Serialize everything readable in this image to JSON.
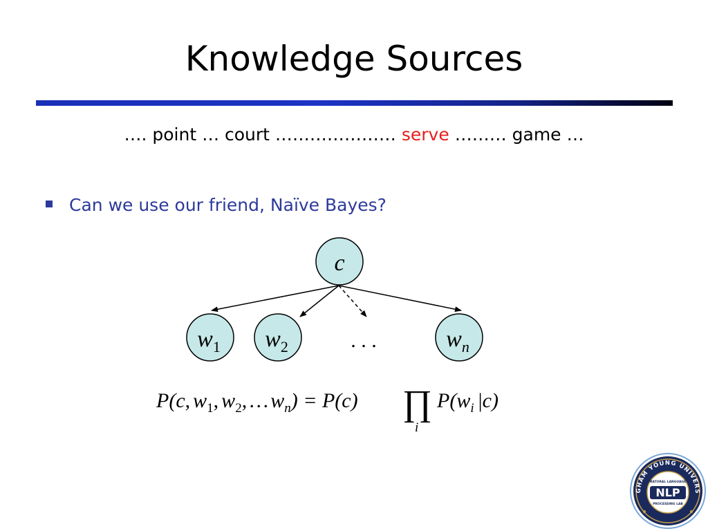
{
  "slide": {
    "title": "Knowledge Sources",
    "context": {
      "before": "…. point … court ………………… ",
      "highlight": "serve",
      "after": " ……… game …"
    },
    "bullet": "Can we use our friend, Naïve Bayes?"
  },
  "diagram": {
    "root": "c",
    "children": [
      {
        "var": "w",
        "sub": "1"
      },
      {
        "var": "w",
        "sub": "2"
      },
      {
        "var": "w",
        "sub": "n"
      }
    ],
    "ellipsis": ". . .",
    "colors": {
      "node_fill": "#c6e8e8",
      "node_stroke": "#000000"
    }
  },
  "formula": {
    "lhs_open": "P(",
    "c": "c",
    "comma": ",",
    "w": "w",
    "sub1": "1",
    "sub2": "2",
    "dots": "…",
    "subn": "n",
    "eq": ") = P(",
    "rhs_c": "c",
    "rhs_close": ")",
    "prod": "∏",
    "prod_index": "i",
    "p2_open": "P(",
    "wi_sub": "i",
    "bar": "|",
    "close": ")"
  },
  "logo": {
    "arc_text": "BRIGHAM YOUNG UNIVERSITY",
    "top_text": "NATURAL LANGUAGE",
    "main_text": "NLP",
    "bottom_text": "PROCESSING LAB",
    "colors": {
      "navy": "#1b2a5c",
      "gold": "#c8a24a",
      "light_blue": "#7aa6d6"
    }
  },
  "colors": {
    "title_rule_start": "#1a2fb8",
    "title_rule_end": "#000010",
    "highlight": "#e5201c",
    "bullet": "#2d3a9a"
  }
}
